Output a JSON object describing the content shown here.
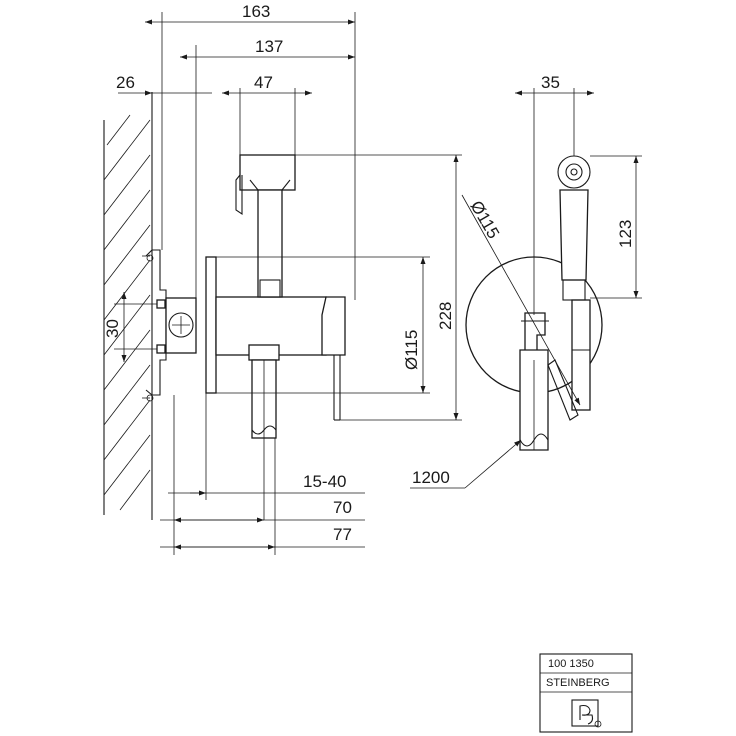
{
  "dimensions": {
    "overall_width": "163",
    "body_width": "137",
    "wall_offset": "26",
    "handle_width": "47",
    "mount_spacing": "30",
    "flange_diameter": "Ø115",
    "holder_height": "228",
    "depth_range": "15-40",
    "depth_70": "70",
    "depth_77": "77",
    "front_flange_diameter": "Ø115",
    "head_width": "35",
    "head_height": "123",
    "hose_length": "1200"
  },
  "title_block": {
    "article_number": "100 1350",
    "brand": "STEINBERG"
  },
  "colors": {
    "line": "#1a1a1a",
    "background": "#ffffff"
  }
}
